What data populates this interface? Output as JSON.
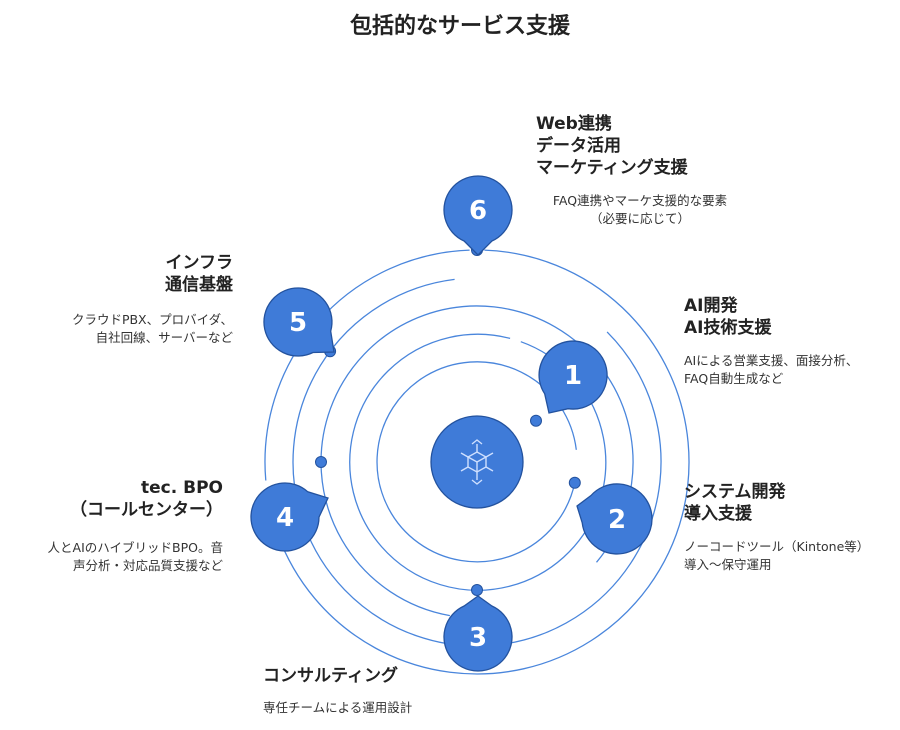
{
  "title": "包括的なサービス支援",
  "colors": {
    "primary": "#3f7bd8",
    "ring": "#4a86dc",
    "text": "#222222"
  },
  "hub_icon": "cube-network-icon",
  "services": [
    {
      "number": "1",
      "title_lines": [
        "AI開発",
        "AI技術支援"
      ],
      "desc_lines": [
        "AIによる営業支援、面接分析、",
        "FAQ自動生成など"
      ]
    },
    {
      "number": "2",
      "title_lines": [
        "システム開発",
        "導入支援"
      ],
      "desc_lines": [
        "ノーコードツール（Kintone等）",
        "導入〜保守運用"
      ]
    },
    {
      "number": "3",
      "title_lines": [
        "コンサルティング"
      ],
      "desc_lines": [
        "専任チームによる運用設計"
      ]
    },
    {
      "number": "4",
      "title_lines": [
        "tec. BPO",
        "（コールセンター）"
      ],
      "desc_lines": [
        "人とAIのハイブリッドBPO。音",
        "声分析・対応品質支援など"
      ]
    },
    {
      "number": "5",
      "title_lines": [
        "インフラ",
        "通信基盤"
      ],
      "desc_lines": [
        "クラウドPBX、プロバイダ、",
        "自社回線、サーバーなど"
      ]
    },
    {
      "number": "6",
      "title_lines": [
        "Web連携",
        "データ活用",
        "マーケティング支援"
      ],
      "desc_lines": [
        "FAQ連携やマーケ支援的な要素",
        "（必要に応じて）"
      ]
    }
  ]
}
